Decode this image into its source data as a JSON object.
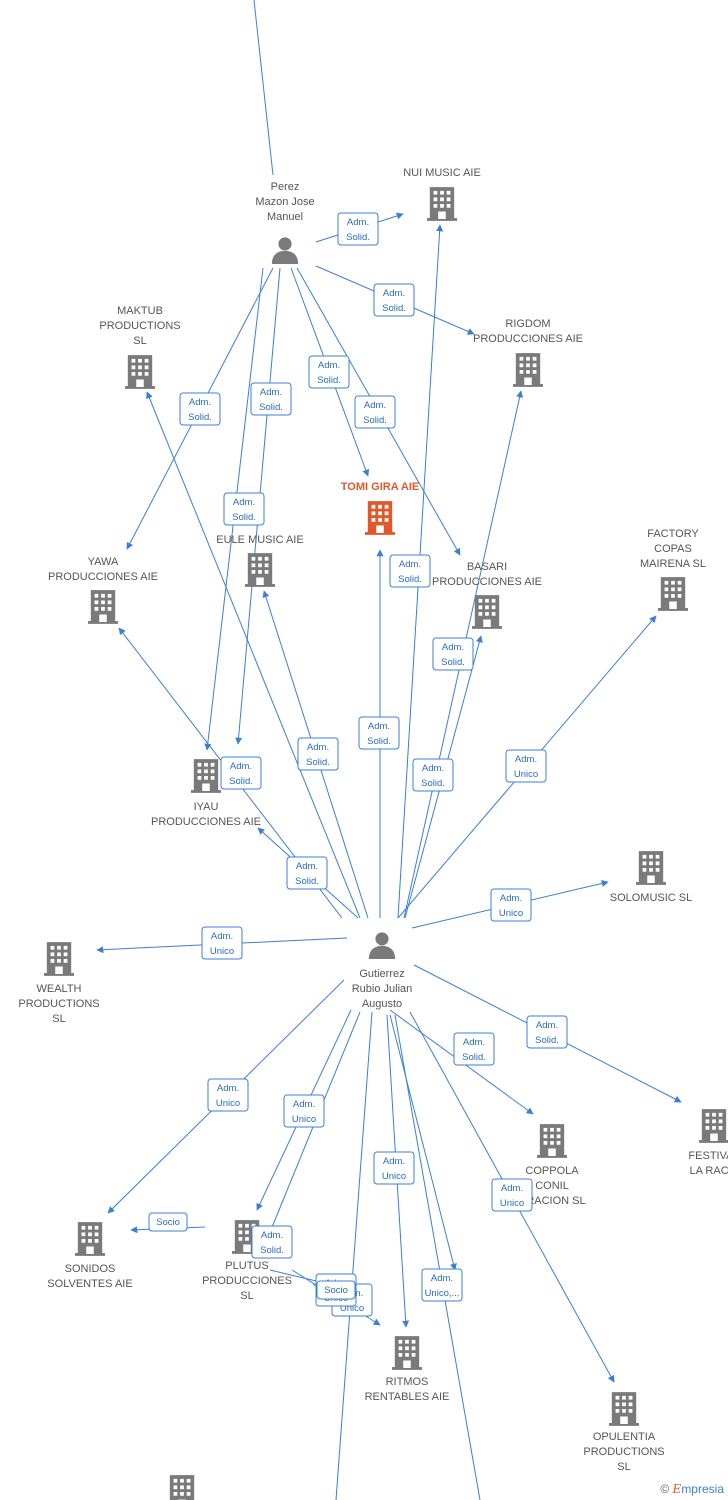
{
  "colors": {
    "edge": "#3b7fd4",
    "node": "#7a7a7a",
    "focus": "#e2572b",
    "label_text": "#2a6bbf"
  },
  "nodes": [
    {
      "id": "perez",
      "type": "person",
      "lines": [
        "Perez",
        "Mazon Jose",
        "Manuel"
      ]
    },
    {
      "id": "gutierrez",
      "type": "person",
      "lines": [
        "Gutierrez",
        "Rubio Julian",
        "Augusto"
      ]
    },
    {
      "id": "nui",
      "type": "company",
      "lines": [
        "NUI MUSIC AIE"
      ]
    },
    {
      "id": "rigdom",
      "type": "company",
      "lines": [
        "RIGDOM",
        "PRODUCCIONES AIE"
      ]
    },
    {
      "id": "maktub",
      "type": "company",
      "lines": [
        "MAKTUB",
        "PRODUCTIONS",
        "SL"
      ]
    },
    {
      "id": "tomi",
      "type": "company",
      "focus": true,
      "lines": [
        "TOMI GIRA AIE"
      ]
    },
    {
      "id": "eule",
      "type": "company",
      "lines": [
        "EULE MUSIC AIE"
      ]
    },
    {
      "id": "yawa",
      "type": "company",
      "lines": [
        "YAWA",
        "PRODUCCIONES AIE"
      ]
    },
    {
      "id": "basari",
      "type": "company",
      "lines": [
        "BASARI",
        "PRODUCCIONES AIE"
      ]
    },
    {
      "id": "factory",
      "type": "company",
      "lines": [
        "FACTORY",
        "COPAS",
        "MAIRENA SL"
      ]
    },
    {
      "id": "iyau",
      "type": "company",
      "lines": [
        "IYAU",
        "PRODUCCIONES AIE"
      ]
    },
    {
      "id": "solomusic",
      "type": "company",
      "lines": [
        "SOLOMUSIC  SL"
      ]
    },
    {
      "id": "wealth",
      "type": "company",
      "lines": [
        "WEALTH",
        "PRODUCTIONS",
        "SL"
      ]
    },
    {
      "id": "festival",
      "type": "company",
      "lines": [
        "FESTIVAL",
        "LA RAC A"
      ]
    },
    {
      "id": "coppola",
      "type": "company",
      "lines": [
        "COPPOLA",
        "CONIL",
        "URACION SL"
      ]
    },
    {
      "id": "sonidos",
      "type": "company",
      "lines": [
        "SONIDOS",
        "SOLVENTES AIE"
      ]
    },
    {
      "id": "plutus",
      "type": "company",
      "lines": [
        "PLUTUS",
        "PRODUCCIONES",
        "SL"
      ]
    },
    {
      "id": "ritmos",
      "type": "company",
      "lines": [
        "RITMOS",
        "RENTABLES AIE"
      ]
    },
    {
      "id": "opulentia",
      "type": "company",
      "lines": [
        "OPULENTIA",
        "PRODUCTIONS",
        "SL"
      ]
    },
    {
      "id": "bottom",
      "type": "company",
      "lines": []
    }
  ],
  "edges": [
    {
      "label": [
        "Adm.",
        "Solid."
      ]
    },
    {
      "label": [
        "Adm.",
        "Solid."
      ]
    },
    {
      "label": [
        "Adm.",
        "Solid."
      ]
    },
    {
      "label": [
        "Adm.",
        "Solid."
      ]
    },
    {
      "label": [
        "Adm.",
        "Solid."
      ]
    },
    {
      "label": [
        "Adm.",
        "Solid."
      ]
    },
    {
      "label": [
        "Adm.",
        "Solid."
      ]
    },
    {
      "label": [
        "Adm.",
        "Solid."
      ]
    },
    {
      "label": [
        "Adm.",
        "Solid."
      ]
    },
    {
      "label": [
        "Adm.",
        "Solid."
      ]
    },
    {
      "label": [
        "Adm.",
        "Unico"
      ]
    },
    {
      "label": [
        "Adm.",
        "Solid."
      ]
    },
    {
      "label": [
        "Adm.",
        "Solid."
      ]
    },
    {
      "label": [
        "Adm.",
        "Solid."
      ]
    },
    {
      "label": [
        "Adm.",
        "Solid."
      ]
    },
    {
      "label": [
        "Adm.",
        "Unico"
      ]
    },
    {
      "label": [
        "Adm.",
        "Solid."
      ]
    },
    {
      "label": [
        "Adm.",
        "Unico"
      ]
    },
    {
      "label": [
        "Adm.",
        "Unico"
      ]
    },
    {
      "label": [
        "Adm.",
        "Solid."
      ]
    },
    {
      "label": [
        "Adm.",
        "Solid."
      ]
    },
    {
      "label": [
        "Adm.",
        "Unico"
      ]
    },
    {
      "label": [
        "Adm.",
        "Unico"
      ]
    },
    {
      "label": [
        "Adm.",
        "Unico"
      ]
    },
    {
      "label": [
        "Adm.",
        "Unico"
      ]
    },
    {
      "label": [
        "Adm.",
        "Unico,..."
      ]
    },
    {
      "label": [
        "Adm.",
        "Solid."
      ]
    },
    {
      "label": [
        "Socio"
      ]
    },
    {
      "label": [
        "Adm.",
        "Unico"
      ]
    },
    {
      "label": [
        "Socio"
      ]
    },
    {
      "label": []
    },
    {
      "label": []
    },
    {
      "label": []
    }
  ],
  "footer": {
    "copyright": "©",
    "brand_initial": "E",
    "brand_rest": "mpresia"
  }
}
